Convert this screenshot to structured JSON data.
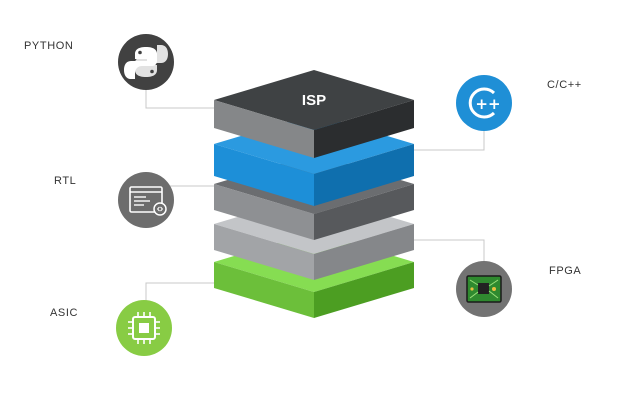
{
  "diagram": {
    "stack_title": "ISP",
    "layers": [
      {
        "name": "isp",
        "color": "#3f4244"
      },
      {
        "name": "blue",
        "color": "#1d8fd8"
      },
      {
        "name": "dark-gray",
        "color": "#6b6d70"
      },
      {
        "name": "light-gray",
        "color": "#a2a4a7"
      },
      {
        "name": "green",
        "color": "#86dd52"
      }
    ],
    "labels": {
      "python": "PYTHON",
      "rtl": "RTL",
      "asic": "ASIC",
      "cpp": "C/C++",
      "fpga": "FPGA"
    },
    "icons": {
      "python": {
        "icon": "python-logo-icon",
        "color": "#414141"
      },
      "rtl": {
        "icon": "code-window-icon",
        "color": "#6d6d6d"
      },
      "asic": {
        "icon": "chip-icon",
        "color": "#88cc44"
      },
      "cpp": {
        "icon": "cplusplus-logo-icon",
        "color": "#1f8fd6",
        "text": "++"
      },
      "fpga": {
        "icon": "circuit-board-icon",
        "color": "#737373"
      }
    }
  }
}
